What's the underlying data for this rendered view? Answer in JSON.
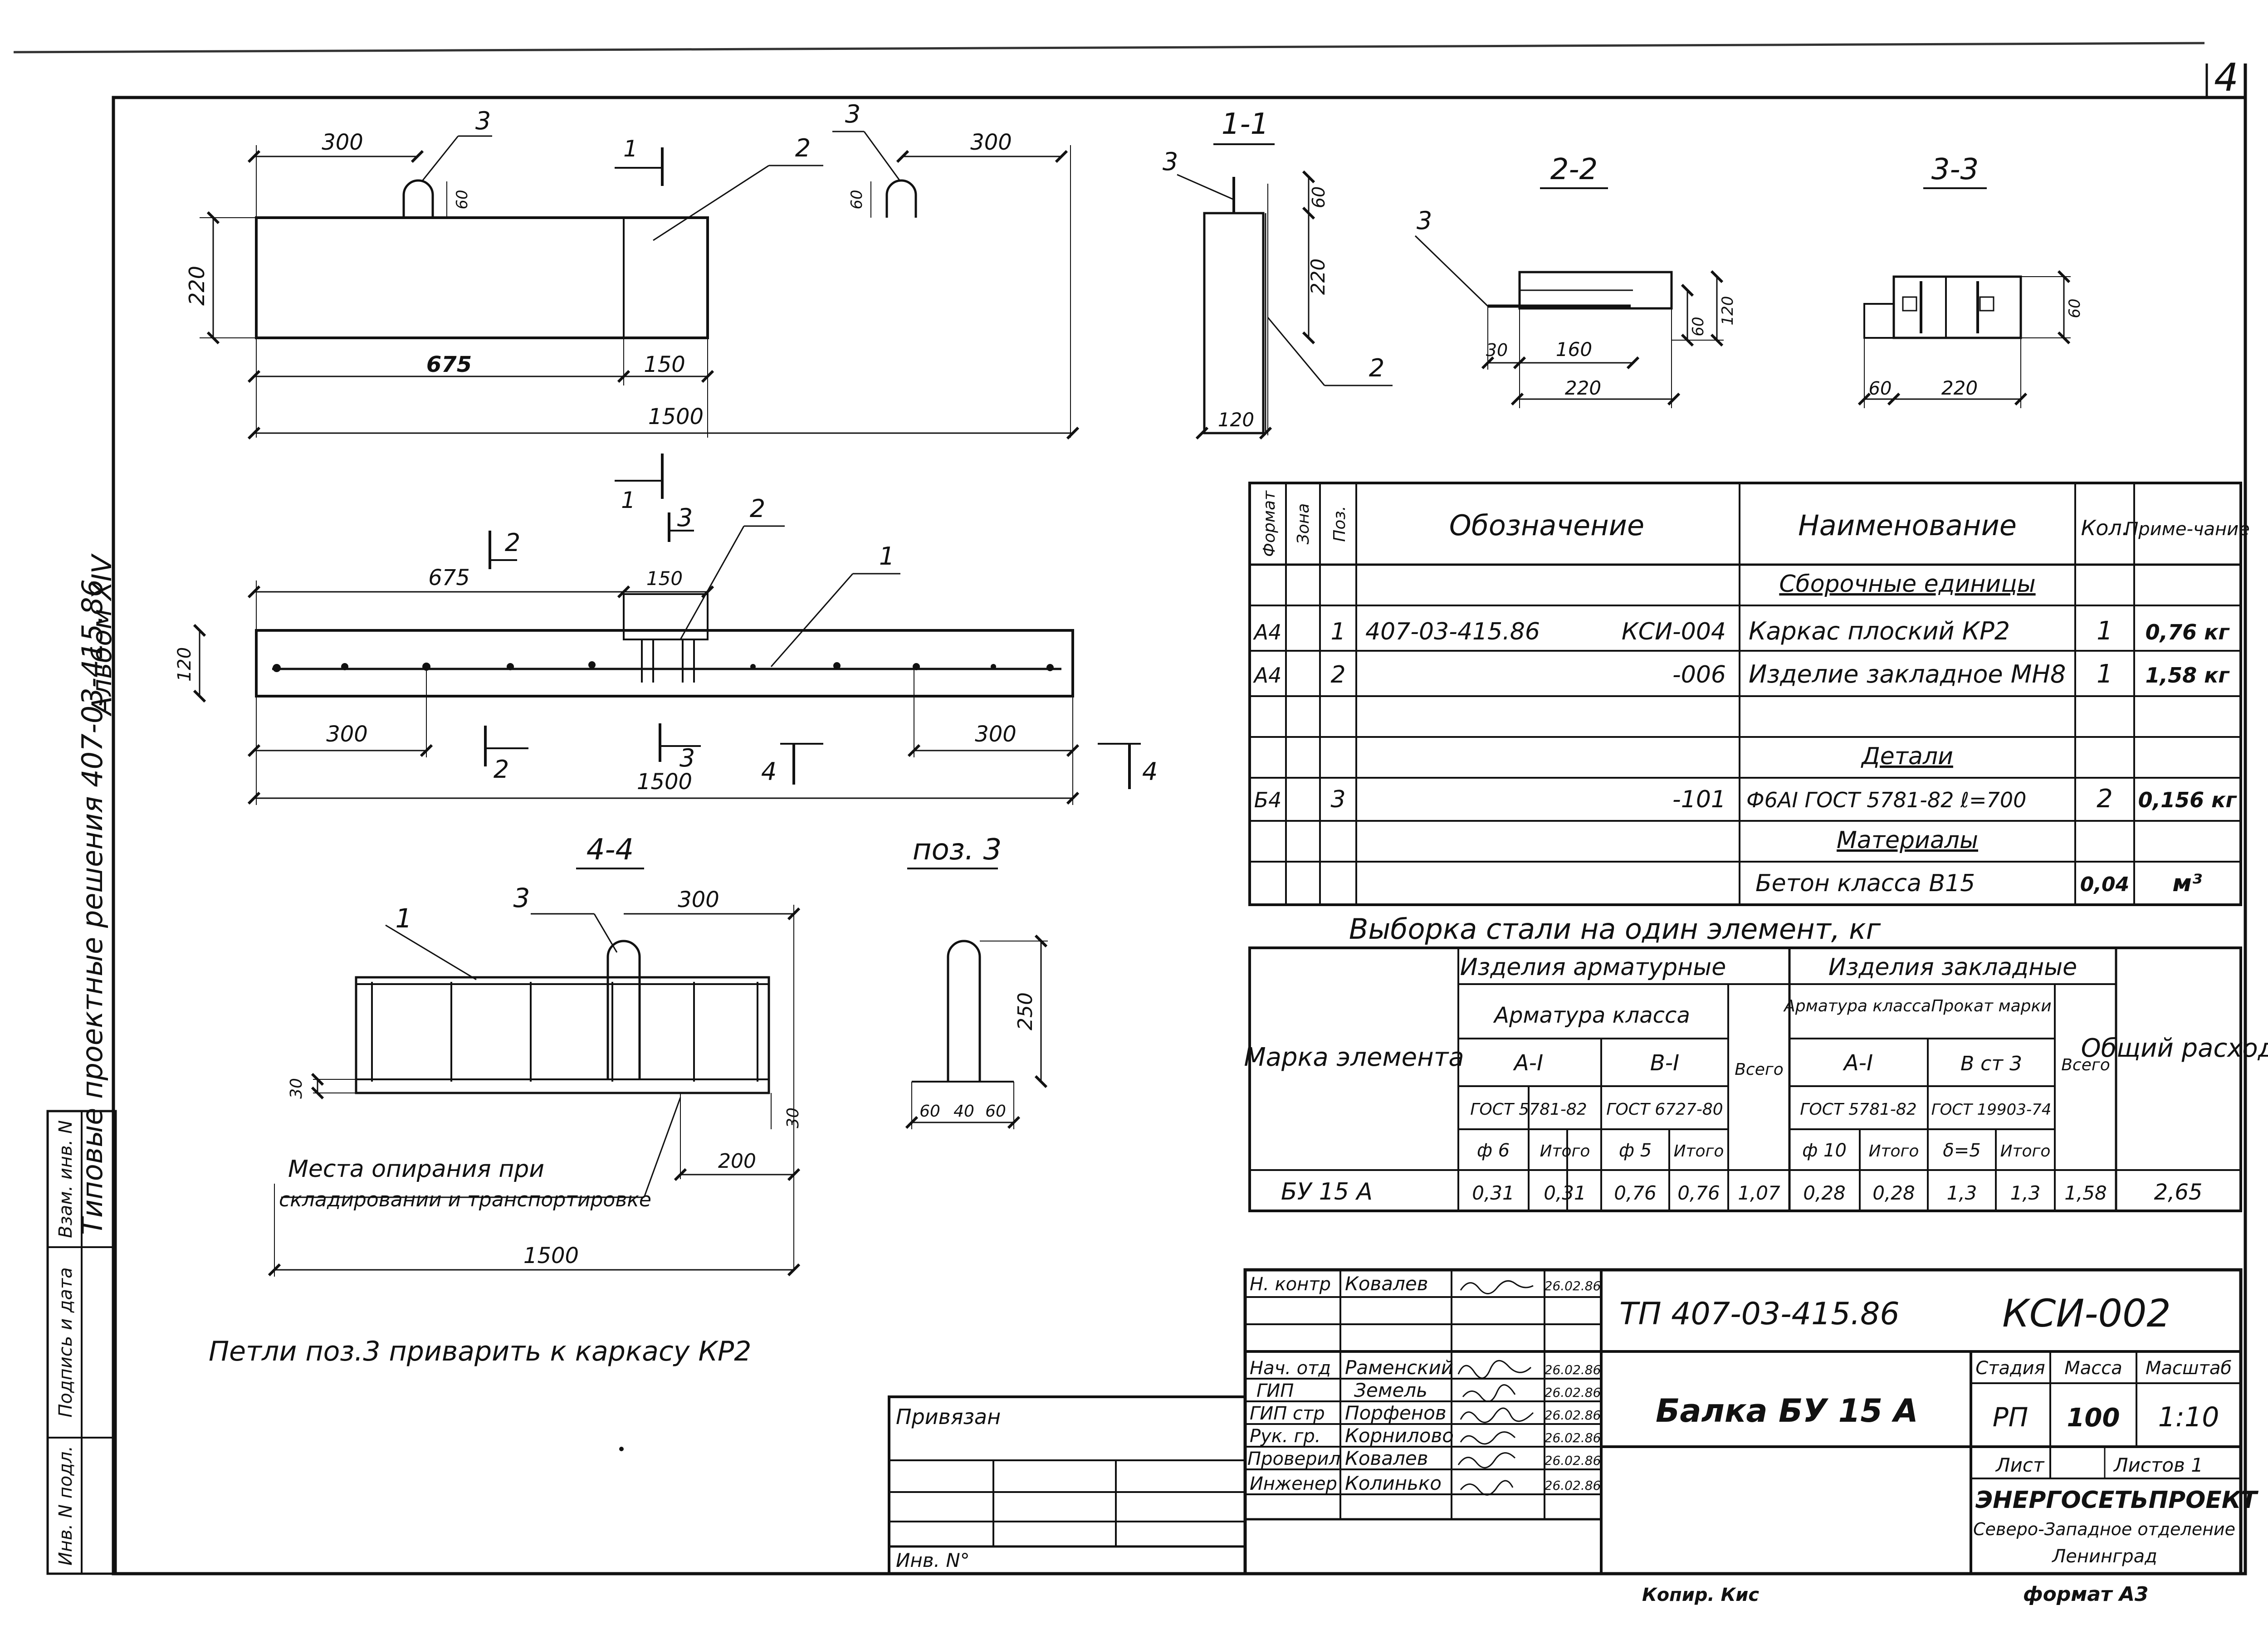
{
  "sheet": {
    "number": "4",
    "format": "формат А3",
    "copied": "Копир. Кис"
  },
  "margin": {
    "album": "Альбом XIV",
    "series": "Типовые проектные решения 407-03-415.86",
    "stamp_cells": [
      "Инв. N подл.",
      "Подпись и дата",
      "Взам. инв. N"
    ]
  },
  "views": {
    "front": {
      "dims": [
        "300",
        "300",
        "675",
        "150",
        "1500",
        "220",
        "60",
        "60"
      ],
      "callouts": [
        "3",
        "3",
        "2",
        "1"
      ]
    },
    "plan": {
      "dims": [
        "675",
        "150",
        "300",
        "300",
        "1500",
        "120"
      ],
      "callouts": [
        "2",
        "3",
        "1",
        "1",
        "2",
        "3",
        "4",
        "4"
      ]
    },
    "section_1_1": {
      "title": "1-1",
      "dims": [
        "60",
        "220",
        "120"
      ],
      "callouts": [
        "3",
        "2"
      ]
    },
    "section_2_2": {
      "title": "2-2",
      "dims": [
        "30",
        "160",
        "220",
        "60",
        "120"
      ],
      "callouts": [
        "3"
      ]
    },
    "section_3_3": {
      "title": "3-3",
      "dims": [
        "60",
        "220",
        "60"
      ]
    },
    "section_4_4": {
      "title": "4-4",
      "dims": [
        "300",
        "30",
        "30",
        "200",
        "1500"
      ],
      "callouts": [
        "1",
        "3"
      ],
      "note_line1": "Места опирания при",
      "note_line2": "складировании и транспортировке"
    },
    "pos3": {
      "title": "поз. 3",
      "dims": [
        "250",
        "60",
        "40",
        "60"
      ]
    },
    "general_note": "Петли поз.3 приварить к каркасу КР2"
  },
  "spec": {
    "headers": [
      "Формат",
      "Зона",
      "Поз.",
      "Обозначение",
      "Наименование",
      "Кол.",
      "Приме-чание"
    ],
    "sections": {
      "assemblies": "Сборочные единицы",
      "details": "Детали",
      "materials": "Материалы"
    },
    "rows": [
      {
        "format": "А4",
        "pos": "1",
        "doc": "407-03-415.86",
        "code": "КСИ-004",
        "name": "Каркас плоский КР2",
        "qty": "1",
        "note": "0,76 кг"
      },
      {
        "format": "А4",
        "pos": "2",
        "doc": "",
        "code": "-006",
        "name": "Изделие закладное МН8",
        "qty": "1",
        "note": "1,58 кг"
      },
      {
        "format": "Б4",
        "pos": "3",
        "doc": "",
        "code": "-101",
        "name": "Ф6АI ГОСТ 5781-82 ℓ=700",
        "qty": "2",
        "note": "0,156 кг"
      },
      {
        "format": "",
        "pos": "",
        "doc": "",
        "code": "",
        "name": "Бетон класса В15",
        "qty": "0,04",
        "note": "м³"
      }
    ]
  },
  "steel": {
    "title": "Выборка стали на один элемент, кг",
    "mark_header": "Марка элемента",
    "armature_group": "Изделия арматурные",
    "embedded_group": "Изделия закладные",
    "armature_class": "Арматура класса",
    "armature_class2": "Арматура класса",
    "rolled": "Прокат марки",
    "total_header": "Общий расход",
    "vsego": "Всего",
    "classes": [
      "А-I",
      "В-I",
      "А-I",
      "В ст 3"
    ],
    "gosts": [
      "ГОСТ 5781-82",
      "ГОСТ 6727-80",
      "ГОСТ 5781-82",
      "ГОСТ 19903-74"
    ],
    "subheads": [
      "ф 6",
      "Итого",
      "ф 5",
      "Итого",
      "ф 10",
      "Итого",
      "δ=5",
      "Итого"
    ],
    "row": {
      "mark": "БУ 15 А",
      "values": [
        "0,31",
        "0,31",
        "0,76",
        "0,76",
        "1,07",
        "0,28",
        "0,28",
        "1,3",
        "1,3",
        "1,58",
        "2,65"
      ]
    }
  },
  "titleblock": {
    "roles": [
      "Н. контр",
      "Нач. отд",
      "ГИП",
      "ГИП стр",
      "Рук. гр.",
      "Проверил",
      "Инженер"
    ],
    "names": [
      "Ковалев",
      "Раменский",
      "Земель",
      "Порфенов",
      "Корнилово",
      "Ковалев",
      "Колинько"
    ],
    "dates": [
      "26.02.86",
      "26.02.86",
      "26.02.86",
      "26.02.86",
      "26.02.86",
      "26.02.86",
      "26.02.86"
    ],
    "project": "ТП 407-03-415.86",
    "code": "КСИ-002",
    "item": "Балка БУ 15 А",
    "stage_label": "Стадия",
    "mass_label": "Масса",
    "scale_label": "Масштаб",
    "stage": "РП",
    "mass": "100",
    "scale": "1:10",
    "sheet_label": "Лист",
    "sheets_label": "Листов 1",
    "org1": "ЭНЕРГОСЕТЬПРОЕКТ",
    "org2": "Северо-Западное отделение",
    "org3": "Ленинград",
    "privyazan": "Привязан",
    "inv": "Инв. N°"
  }
}
